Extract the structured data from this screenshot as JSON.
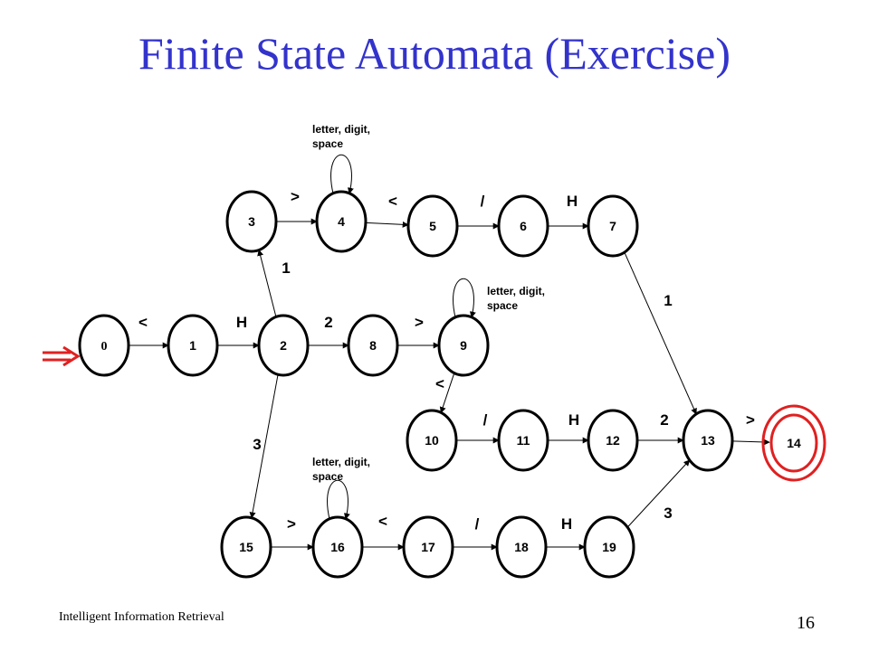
{
  "slide": {
    "title": "Finite State Automata (Exercise)",
    "footer": "Intelligent Information Retrieval",
    "page_number": "16"
  },
  "colors": {
    "title": "#3333cc",
    "start_arrow": "#e02020",
    "final_ring": "#e02020"
  },
  "states": [
    {
      "id": "0",
      "label": "0"
    },
    {
      "id": "1",
      "label": "1"
    },
    {
      "id": "2",
      "label": "2"
    },
    {
      "id": "3",
      "label": "3"
    },
    {
      "id": "4",
      "label": "4"
    },
    {
      "id": "5",
      "label": "5"
    },
    {
      "id": "6",
      "label": "6"
    },
    {
      "id": "7",
      "label": "7"
    },
    {
      "id": "8",
      "label": "8"
    },
    {
      "id": "9",
      "label": "9"
    },
    {
      "id": "10",
      "label": "10"
    },
    {
      "id": "11",
      "label": "11"
    },
    {
      "id": "12",
      "label": "12"
    },
    {
      "id": "13",
      "label": "13"
    },
    {
      "id": "14",
      "label": "14",
      "final": true
    },
    {
      "id": "15",
      "label": "15"
    },
    {
      "id": "16",
      "label": "16"
    },
    {
      "id": "17",
      "label": "17"
    },
    {
      "id": "18",
      "label": "18"
    },
    {
      "id": "19",
      "label": "19"
    }
  ],
  "start_state": "0",
  "transitions": [
    {
      "from": "0",
      "to": "1",
      "label": "<"
    },
    {
      "from": "1",
      "to": "2",
      "label": "H"
    },
    {
      "from": "2",
      "to": "3",
      "label": "1"
    },
    {
      "from": "2",
      "to": "8",
      "label": "2"
    },
    {
      "from": "2",
      "to": "15",
      "label": "3"
    },
    {
      "from": "3",
      "to": "4",
      "label": ">"
    },
    {
      "from": "4",
      "to": "5",
      "label": "<"
    },
    {
      "from": "5",
      "to": "6",
      "label": "/"
    },
    {
      "from": "6",
      "to": "7",
      "label": "H"
    },
    {
      "from": "7",
      "to": "13",
      "label": "1"
    },
    {
      "from": "8",
      "to": "9",
      "label": ">"
    },
    {
      "from": "9",
      "to": "10",
      "label": "<"
    },
    {
      "from": "10",
      "to": "11",
      "label": "/"
    },
    {
      "from": "11",
      "to": "12",
      "label": "H"
    },
    {
      "from": "12",
      "to": "13",
      "label": "2"
    },
    {
      "from": "13",
      "to": "14",
      "label": ">"
    },
    {
      "from": "15",
      "to": "16",
      "label": ">"
    },
    {
      "from": "16",
      "to": "17",
      "label": "<"
    },
    {
      "from": "17",
      "to": "18",
      "label": "/"
    },
    {
      "from": "18",
      "to": "19",
      "label": "H"
    },
    {
      "from": "19",
      "to": "13",
      "label": "3"
    }
  ],
  "self_loops": [
    {
      "state": "4",
      "label_lines": [
        "letter, digit,",
        "space"
      ]
    },
    {
      "state": "9",
      "label_lines": [
        "letter, digit,",
        "space"
      ]
    },
    {
      "state": "16",
      "label_lines": [
        "letter, digit,",
        "space"
      ]
    }
  ]
}
